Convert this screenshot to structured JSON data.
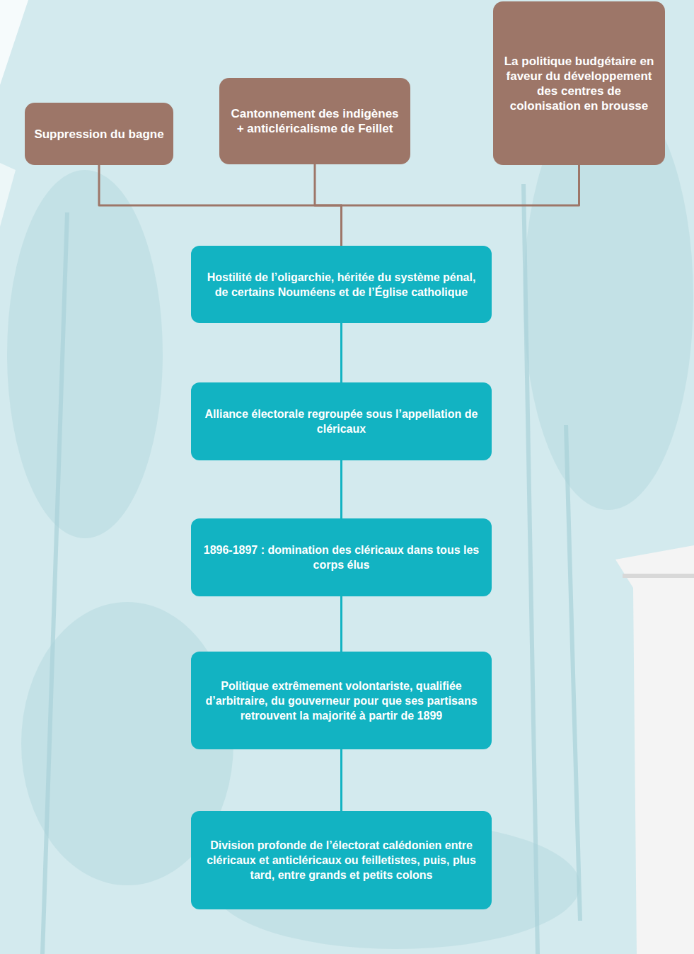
{
  "diagram": {
    "nodes": [
      {
        "text": [
          "Suppression du bagne"
        ]
      },
      {
        "text": [
          "Cantonnement des indigènes + anticléricalisme de Feillet"
        ]
      },
      {
        "text": [
          "La politique budgétaire en faveur du développement des centres de colonisation en brousse"
        ]
      },
      {
        "text": [
          "Hostilité de l’oligarchie, héritée du système pénal, de certains Nouméens et de l’Église catholique"
        ]
      },
      {
        "text": [
          "Alliance électorale regroupée sous l’appellation de cléricaux"
        ]
      },
      {
        "text": [
          "1896-1897 : domination des cléricaux dans tous les corps élus"
        ]
      },
      {
        "text": [
          "Politique extrêmement volontariste, qualifiée d’arbitraire, du gouverneur pour que ses partisans retrouvent la majorité à partir de 1899"
        ]
      },
      {
        "text": [
          "Division profonde de l’électorat calédonien entre cléricaux et anticléricaux ou feilletistes, puis, plus tard, entre grands et petits colons"
        ]
      }
    ],
    "edges": [
      {
        "from": 0,
        "to": 3,
        "arrow": "none"
      },
      {
        "from": 1,
        "to": 3,
        "arrow": "none"
      },
      {
        "from": 2,
        "to": 3,
        "arrow": "none"
      },
      {
        "from": 3,
        "to": 4,
        "arrow": "none"
      },
      {
        "from": 4,
        "to": 5,
        "arrow": "none"
      },
      {
        "from": 5,
        "to": 6,
        "arrow": "none"
      },
      {
        "from": 6,
        "to": 7,
        "arrow": "none"
      }
    ]
  }
}
